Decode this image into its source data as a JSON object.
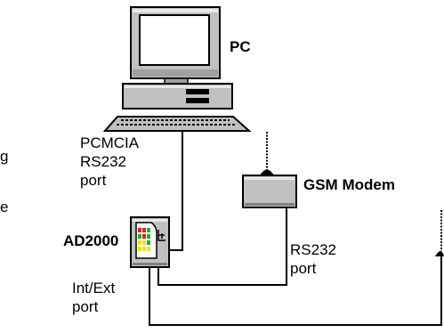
{
  "labels": {
    "pc": "PC",
    "pcmcia": "PCMCIA\nRS232\nport",
    "gsm_modem": "GSM Modem",
    "ad2000": "AD2000",
    "rs232_port": "RS232\nport",
    "int_ext_port": "Int/Ext\nport",
    "left_fragment_1": "g",
    "left_fragment_2": "e"
  },
  "colors": {
    "background": "#ffffff",
    "device_face": "#c0c0c0",
    "device_shadow": "#808080",
    "outline": "#000000",
    "screen": "#ffffff",
    "keyboard": "#a8a8a8",
    "ad2000_red": "#e02020",
    "ad2000_green": "#20b020",
    "ad2000_yellow": "#f0e020"
  },
  "icons": {
    "pc": "desktop-computer-icon",
    "gsm_modem": "gsm-modem-icon",
    "ad2000": "ad2000-device-icon",
    "antenna": "antenna-icon"
  }
}
